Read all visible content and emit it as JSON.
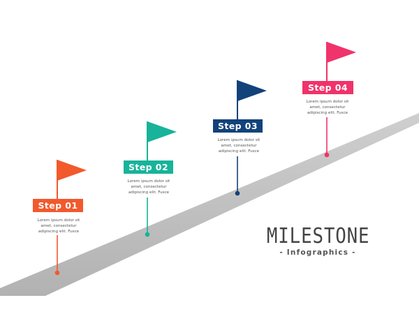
{
  "title": "MILESTONE",
  "subtitle": "- Infographics -",
  "steps": [
    {
      "label": "Step 01",
      "desc": "Lorem ipsum dolor sit\namet, consectetur\nadipiscing elit. Fusce",
      "color": "#f2592d"
    },
    {
      "label": "Step 02",
      "desc": "Lorem ipsum dolor sit\namet, consectetur\nadipiscing elit. Fusce",
      "color": "#17b39a"
    },
    {
      "label": "Step 03",
      "desc": "Lorem ipsum dolor sit\namet, consectetur\nadipiscing elit. Fusce",
      "color": "#12427a"
    },
    {
      "label": "Step 04",
      "desc": "Lorem ipsum dolor sit\namet, consectetur\nadipiscing elit. Fusce",
      "color": "#f0336a"
    }
  ],
  "road_color": "#bdbdbd"
}
